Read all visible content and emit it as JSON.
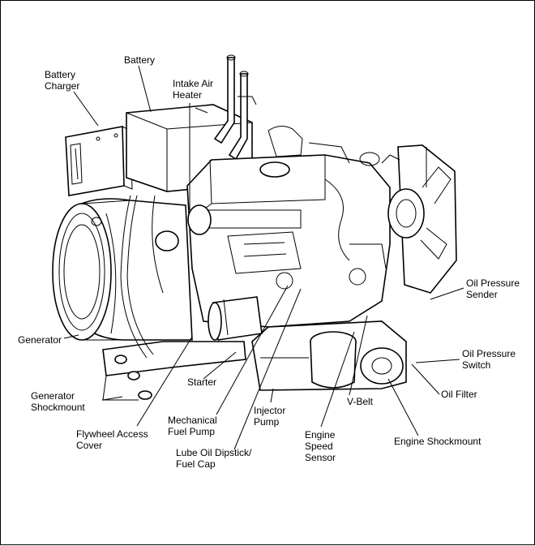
{
  "labels": {
    "battery": "Battery",
    "battery_charger": "Battery\nCharger",
    "intake_air_heater": "Intake Air\nHeater",
    "oil_pressure_sender": "Oil Pressure\nSender",
    "generator": "Generator",
    "oil_pressure_switch": "Oil Pressure\nSwitch",
    "oil_filter": "Oil Filter",
    "generator_shockmount": "Generator\nShockmount",
    "starter": "Starter",
    "v_belt": "V-Belt",
    "mechanical_fuel_pump": "Mechanical\nFuel Pump",
    "injector_pump": "Injector\nPump",
    "flywheel_access_cover": "Flywheel Access\nCover",
    "engine_shockmount": "Engine Shockmount",
    "engine_speed_sensor": "Engine\nSpeed\nSensor",
    "lube_oil_dipstick": "Lube Oil Dipstick/\nFuel Cap"
  }
}
